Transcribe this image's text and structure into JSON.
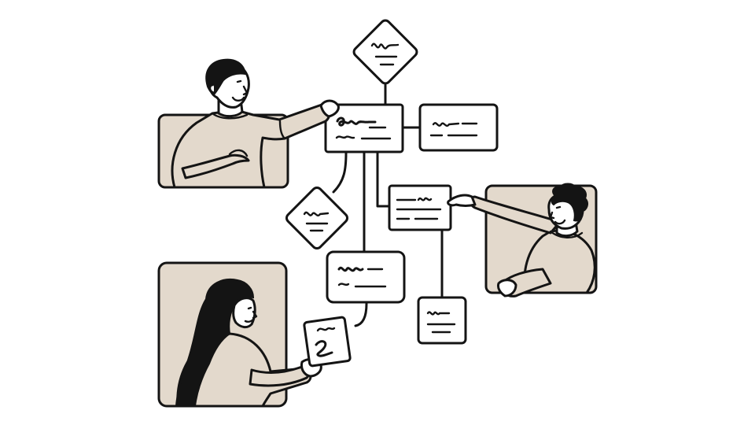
{
  "illustration": {
    "palette": {
      "ink": "#141414",
      "panel_fill": "#e3d9cc",
      "card_fill": "#ffffff",
      "background": "#ffffff"
    },
    "people": [
      "person-man-top-left",
      "person-woman-right",
      "person-woman-bottom-left"
    ],
    "nodes": [
      "decision-top",
      "process-main",
      "process-right",
      "decision-left",
      "process-middle-right",
      "process-lower",
      "process-bottom-right",
      "note-card"
    ]
  }
}
